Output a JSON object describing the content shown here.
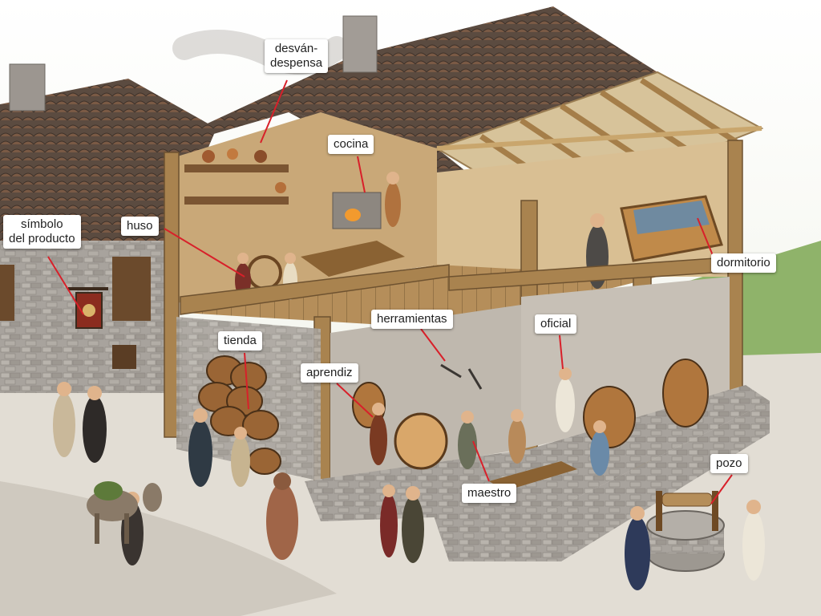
{
  "labels": {
    "desvan": [
      "desván-",
      "despensa"
    ],
    "cocina": "cocina",
    "simbolo": [
      "símbolo",
      "del producto"
    ],
    "huso": "huso",
    "dormitorio": "dormitorio",
    "herramientas": "herramientas",
    "oficial": "oficial",
    "tienda": "tienda",
    "aprendiz": "aprendiz",
    "maestro": "maestro",
    "pozo": "pozo"
  },
  "colors": {
    "leader_line": "#d8202a",
    "label_bg": "#ffffff",
    "roof": "#5a4a3f",
    "wood": "#a9834f",
    "stone": "#9a9590",
    "ground": "#dedad2"
  }
}
